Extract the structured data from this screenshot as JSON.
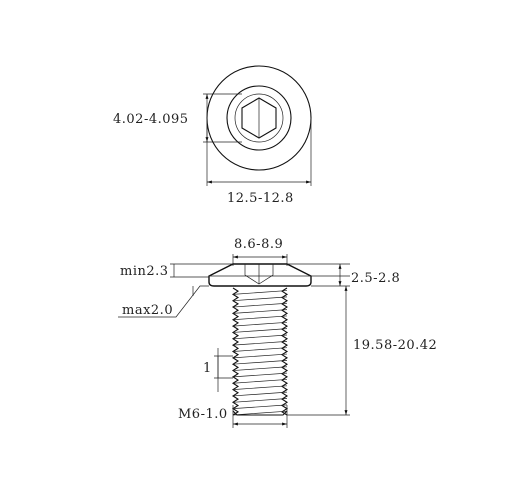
{
  "top_view": {
    "socket_dim": "4.02-4.095",
    "head_dia_dim": "12.5-12.8"
  },
  "side_view": {
    "head_top_dim": "8.6-8.9",
    "min_dim": "min2.3",
    "head_height_dim": "2.5-2.8",
    "max_dim": "max2.0",
    "length_dim": "19.58-20.42",
    "pitch_dim": "1",
    "thread_dim": "M6-1.0"
  },
  "thread": {
    "turns": 20
  }
}
